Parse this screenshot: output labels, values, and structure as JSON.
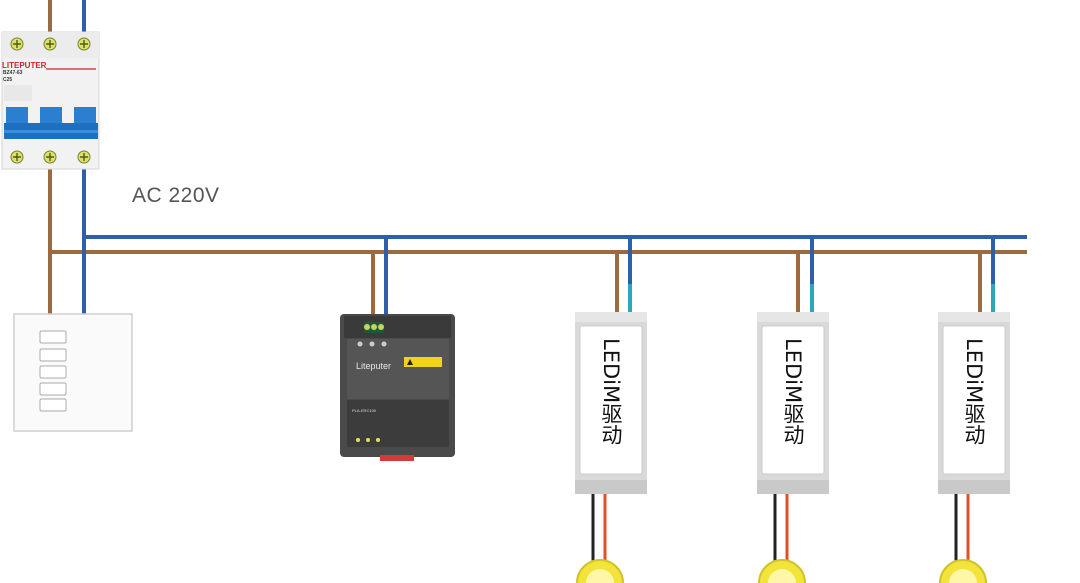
{
  "title": "",
  "supply_label": "AC 220V",
  "breaker": {
    "brand": "LITEPUTER",
    "model": "BZ47-63",
    "rating": "C25"
  },
  "wall_panel": {
    "button_count": 5
  },
  "gateway": {
    "brand": "Liteputer",
    "model": "PLA-ERC100"
  },
  "drivers": [
    {
      "label": "LEDiM驱动"
    },
    {
      "label": "LEDiM驱动"
    },
    {
      "label": "LEDiM驱动"
    }
  ],
  "colors": {
    "live_wire": "#9b6a3e",
    "neutral_wire": "#2e5fa8",
    "data_wire": "#2aa8b8",
    "led_red": "#e0502a",
    "led_black": "#222222",
    "led_yellow": "#f2e43a",
    "background": "#ffffff"
  },
  "icons": [
    "circuit-breaker-icon",
    "wall-switch-panel-icon",
    "dali-gateway-icon",
    "led-driver-icon",
    "led-lamp-icon"
  ]
}
